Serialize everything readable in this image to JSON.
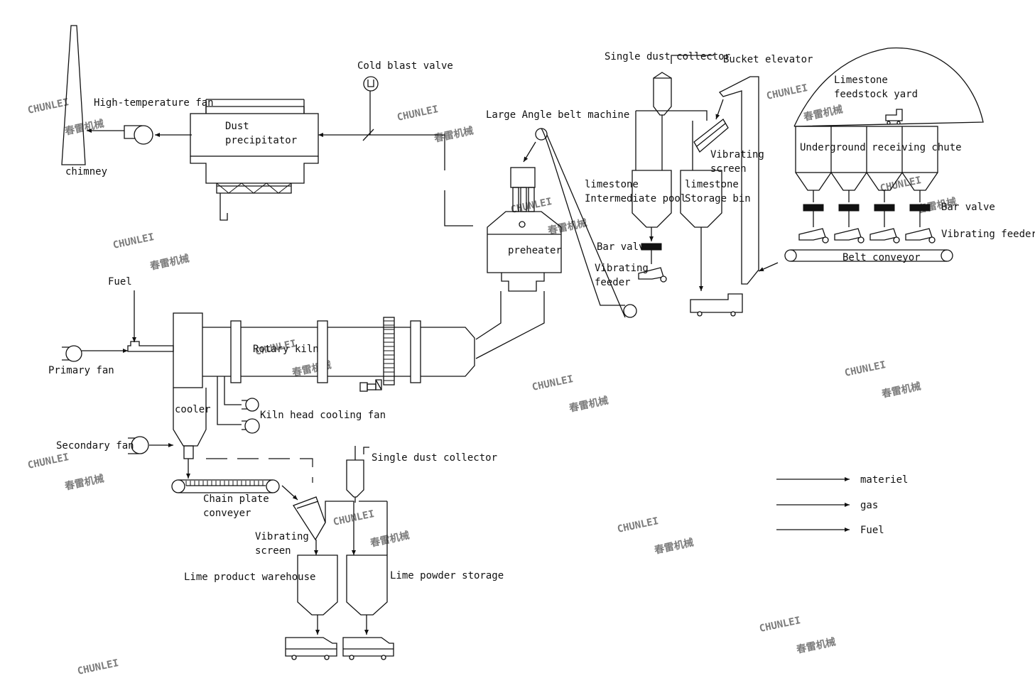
{
  "watermark": {
    "brand": "CHUNLEI",
    "brand_cn": "春雷机械"
  },
  "labels": {
    "chimney": "chimney",
    "high_temp_fan": "High-temperature fan",
    "dust_precipitator_1": "Dust",
    "dust_precipitator_2": "precipitator",
    "cold_blast_valve": "Cold blast valve",
    "large_angle_belt": "Large Angle belt machine",
    "single_dust_collector_top": "Single dust collector",
    "bucket_elevator": "Bucket elevator",
    "limestone_yard_1": "Limestone",
    "limestone_yard_2": "feedstock yard",
    "underground_chute": "Underground receiving chute",
    "bar_valve_right": "Bar valve",
    "vibrating_feeder_right": "Vibrating feeder",
    "belt_conveyor": "Belt conveyor",
    "vibrating_screen_top_1": "Vibrating",
    "vibrating_screen_top_2": "screen",
    "limestone_pool_1": "limestone",
    "limestone_pool_2": "Intermediate pool",
    "limestone_bin_1": "limestone",
    "limestone_bin_2": "Storage bin",
    "preheater": "preheater",
    "bar_valve_mid": "Bar valve",
    "vibrating_feeder_mid_1": "Vibrating",
    "vibrating_feeder_mid_2": "feeder",
    "fuel": "Fuel",
    "primary_fan": "Primary fan",
    "rotary_kiln": "Rotary kiln",
    "cooler": "cooler",
    "kiln_head_cooling_fan": "Kiln head cooling fan",
    "secondary_fan": "Secondary fan",
    "single_dust_collector_bottom": "Single dust collector",
    "chain_plate_1": "Chain plate",
    "chain_plate_2": "conveyer",
    "vibrating_screen_bottom_1": "Vibrating",
    "vibrating_screen_bottom_2": "screen",
    "lime_product_warehouse": "Lime product warehouse",
    "lime_powder_storage": "Lime powder storage"
  },
  "legend": [
    {
      "label": "materiel"
    },
    {
      "label": "gas"
    },
    {
      "label": "Fuel"
    }
  ]
}
